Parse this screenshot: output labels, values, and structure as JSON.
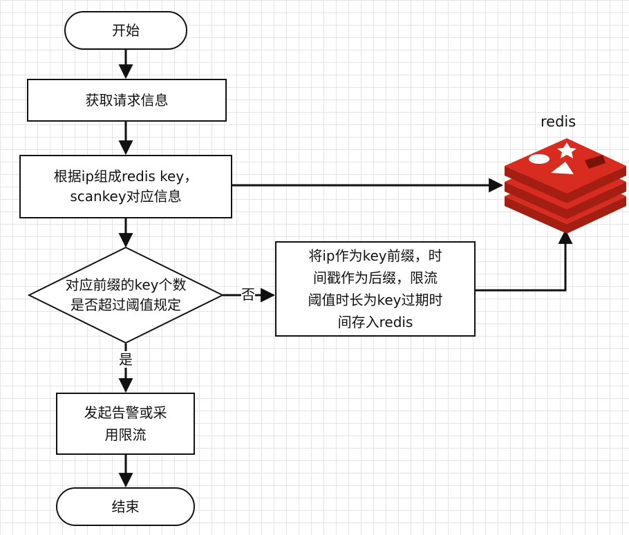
{
  "nodes": {
    "start": "开始",
    "get_request": "获取请求信息",
    "build_key": "根据ip组成redis key，\nscankey对应信息",
    "decision": "对应前缀的key个数\n是否超过阈值规定",
    "store": "将ip作为key前缀，时\n间戳作为后缀，限流\n阈值时长为key过期时\n间存入redis",
    "alarm": "发起告警或采\n用限流",
    "end": "结束"
  },
  "edges": {
    "no_label": "否",
    "yes_label": "是"
  },
  "redis": {
    "label": "redis"
  },
  "colors": {
    "stroke": "#111111",
    "redis_red": "#d82c20",
    "redis_dark": "#a41e11"
  }
}
